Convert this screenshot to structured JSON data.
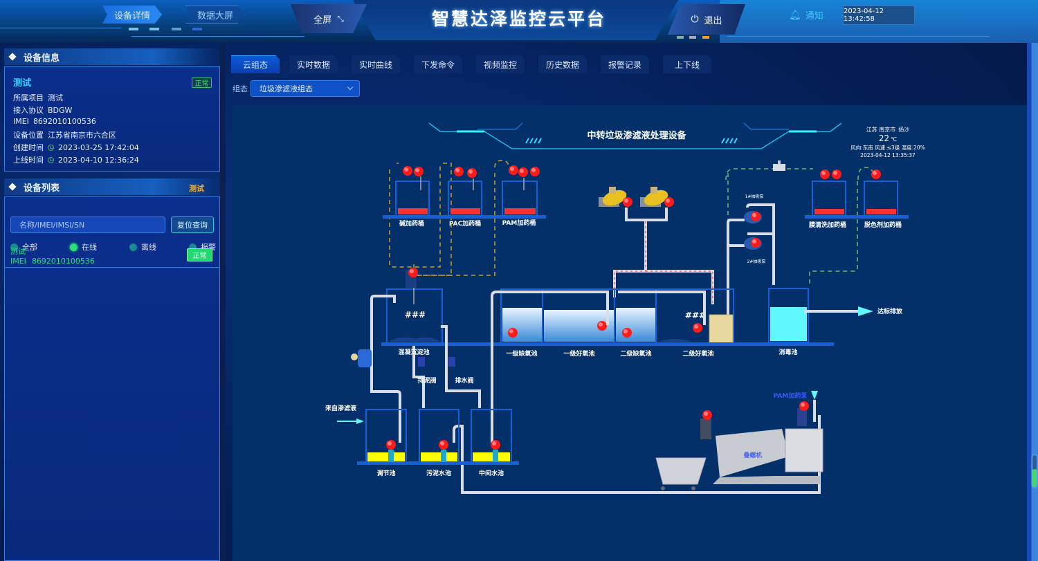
{
  "header": {
    "nav_tabs": [
      {
        "label": "设备详情",
        "active": true
      },
      {
        "label": "数据大屏",
        "active": false
      }
    ],
    "fullscreen_label": "全屏",
    "title": "智慧达泽监控云平台",
    "logout_label": "退出",
    "notify_label": "通知",
    "datetime": "2023-04-12 13:42:58"
  },
  "device_info": {
    "heading": "设备信息",
    "name": "测试",
    "status": "正常",
    "project_label": "所属项目",
    "project": "测试",
    "protocol_label": "接入协议",
    "protocol": "BDGW",
    "imei_label": "IMEI",
    "imei": "8692010100536",
    "location_label": "设备位置",
    "location": "江苏省南京市六合区",
    "created_label": "创建时间",
    "created": "2023-03-25 17:42:04",
    "online_label": "上线时间",
    "online": "2023-04-10 12:36:24"
  },
  "device_list": {
    "heading": "设备列表",
    "project_tag": "测试",
    "search_placeholder": "名称/IMEI/IMSI/SN",
    "reset_label": "复位查询",
    "filters": [
      {
        "label": "全部",
        "selected": false
      },
      {
        "label": "在线",
        "selected": true
      },
      {
        "label": "离线",
        "selected": false
      },
      {
        "label": "报警",
        "selected": false
      }
    ],
    "items": [
      {
        "name": "测试",
        "imei_label": "IMEI",
        "imei": "8692010100536",
        "status": "正常"
      }
    ]
  },
  "main": {
    "tabs": [
      {
        "label": "云组态",
        "active": true
      },
      {
        "label": "实时数据",
        "active": false
      },
      {
        "label": "实时曲线",
        "active": false
      },
      {
        "label": "下发命令",
        "active": false
      },
      {
        "label": "视频监控",
        "active": false
      },
      {
        "label": "历史数据",
        "active": false
      },
      {
        "label": "报警记录",
        "active": false
      },
      {
        "label": "上下线",
        "active": false
      }
    ],
    "config_label": "组态",
    "config_value": "垃圾渗滤液组态"
  },
  "diagram": {
    "title": "中转垃圾渗滤液处理设备",
    "weather": {
      "location": "江苏 南京市",
      "condition": "扬沙",
      "temp": "22",
      "unit": "℃",
      "details": "风向:东南  风速:≤3级  湿度:20%",
      "time": "2023-04-12 13:35:37"
    },
    "dosing_tanks": [
      "碱加药桶",
      "PAC加药桶",
      "PAM加药桶"
    ],
    "right_tanks": [
      "膜清洗加药桶",
      "脱色剂加药桶"
    ],
    "pump1_label": "1#抽吸泵",
    "pump2_label": "2#抽吸泵",
    "coag_tank": "混凝沉淀池",
    "coag_value": "###",
    "sludge_valve": "排泥阀",
    "drain_valve": "排水阀",
    "bio_tanks": [
      "一级缺氧池",
      "一级好氧池",
      "二级缺氧池",
      "二级好氧池"
    ],
    "aerobic2_value": "###",
    "disinfect_tank": "消毒池",
    "discharge": "达标排放",
    "inflow": "来自渗滤液",
    "bottom_tanks": [
      "调节池",
      "污泥水池",
      "中间水池"
    ],
    "pam_pump": "PAM加药泵",
    "dewater": "叠螺机"
  },
  "colors": {
    "accent": "#3ad1ff",
    "ok": "#2ae07a",
    "pipe": "#d8dde6",
    "tank_border": "#1560d8",
    "chem_fill": "#ff3b3b",
    "water_yellow": "#ffff00",
    "water_cyan": "#5ff8ff"
  }
}
